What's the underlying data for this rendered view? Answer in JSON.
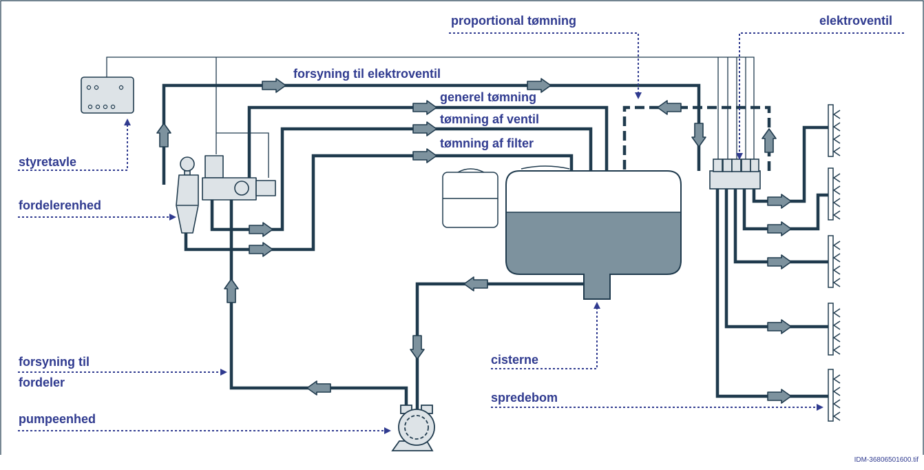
{
  "diagram": {
    "colors": {
      "pipe": "#1f3a4d",
      "arrow_fill": "#7d929e",
      "arrow_stroke": "#1f3a4d",
      "label": "#2f3a8f",
      "tank_liquid": "#7d929e",
      "equipment_fill": "#dde3e7",
      "leader_line": "#2f3a8f"
    },
    "labels": {
      "proportional_tomning": "proportional tømning",
      "elektroventil": "elektroventil",
      "forsyning_til_elektroventil": "forsyning til elektroventil",
      "generel_tomning": "generel tømning",
      "tomning_af_ventil": "tømning af ventil",
      "tomning_af_filter": "tømning af filter",
      "styretavle": "styretavle",
      "fordelerenhed": "fordelerenhed",
      "forsyning_til_fordeler_line1": "forsyning til",
      "forsyning_til_fordeler_line2": "fordeler",
      "pumpeenhed": "pumpeenhed",
      "cisterne": "cisterne",
      "spredebom": "spredebom"
    },
    "file_id": "IDM-36806501600.tif"
  }
}
